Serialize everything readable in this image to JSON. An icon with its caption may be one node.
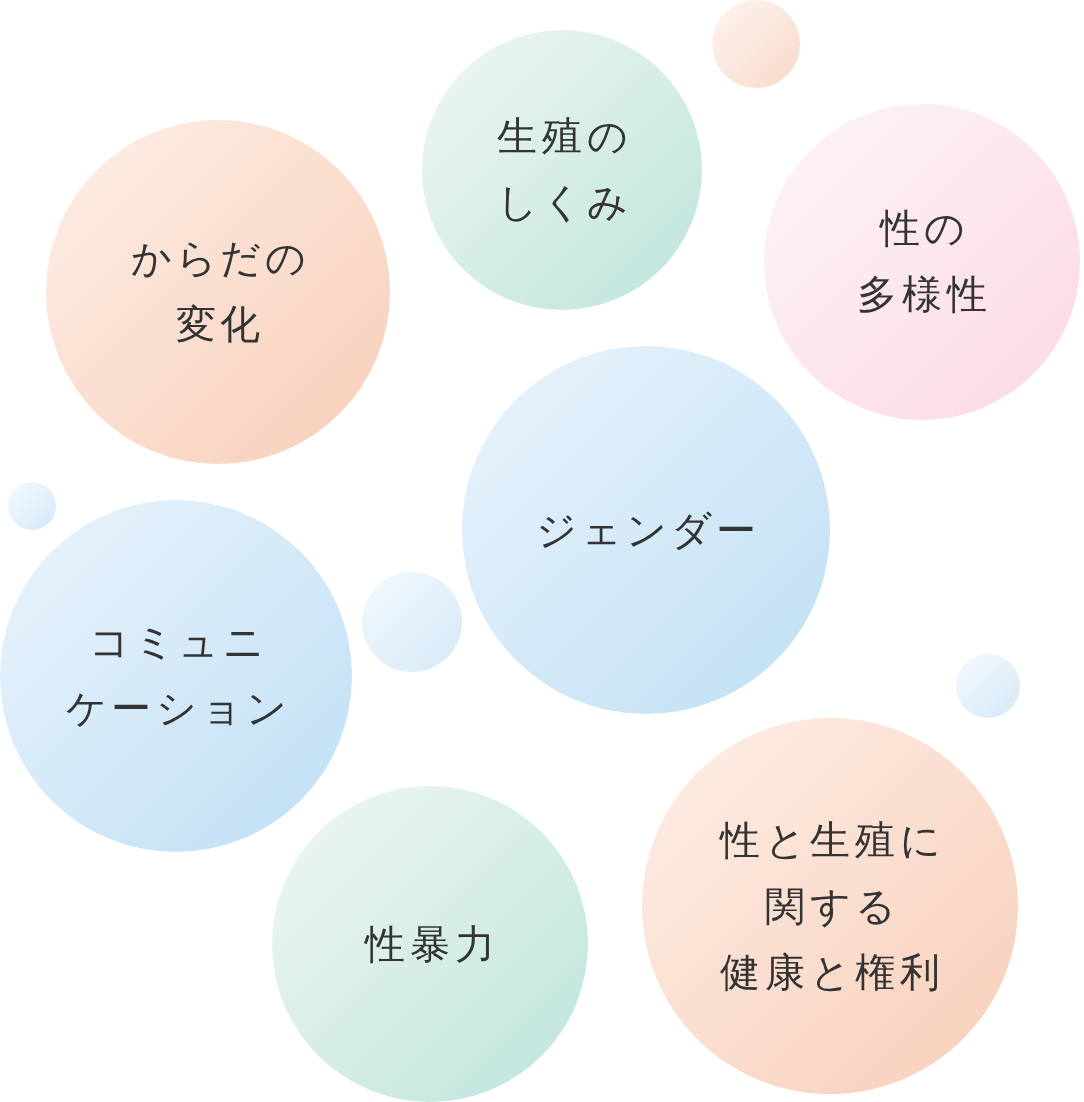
{
  "diagram": {
    "nodes": [
      {
        "text": [
          "からだの変化"
        ]
      },
      {
        "text": [
          "生殖のしくみ"
        ]
      },
      {
        "text": [
          "性の多様性"
        ]
      },
      {
        "text": [
          "ジェンダー"
        ]
      },
      {
        "text": [
          "コミュニケーション"
        ]
      },
      {
        "text": [
          "性暴力"
        ]
      },
      {
        "text": [
          "性と生殖に関する健康と権利"
        ]
      },
      {
        "text": [],
        "shape": "circle"
      },
      {
        "text": [],
        "shape": "circle"
      },
      {
        "text": [],
        "shape": "circle"
      },
      {
        "text": [],
        "shape": "circle"
      }
    ]
  }
}
